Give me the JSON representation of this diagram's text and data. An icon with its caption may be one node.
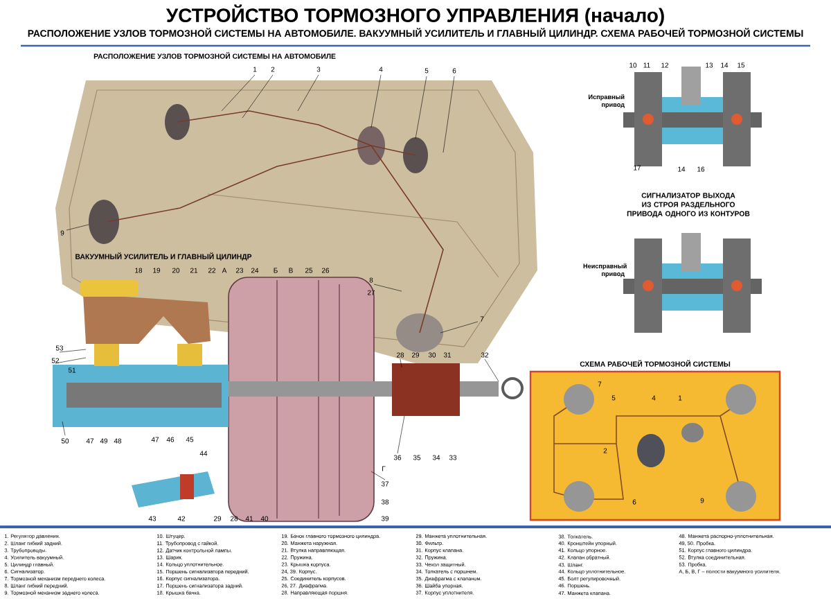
{
  "diagram": {
    "title": "УСТРОЙСТВО ТОРМОЗНОГО УПРАВЛЕНИЯ (начало)",
    "labels": [
      "РАСПОЛОЖЕНИЕ УЗЛОВ ТОРМОЗНОЙ СИСТЕМЫ НА АВТОМОБИЛЕ. ВАКУУМНЫЙ УСИЛИТЕЛЬ И ГЛАВНЫЙ ЦИЛИНДР. СХЕМА РАБОЧЕЙ ТОРМОЗНОЙ СИСТЕМЫ",
      "РАСПОЛОЖЕНИЕ УЗЛОВ ТОРМОЗНОЙ СИСТЕМЫ НА АВТОМОБИЛЕ",
      "1",
      "2",
      "3",
      "4",
      "5",
      "6",
      "8",
      "7",
      "9",
      "ВАКУУМНЫЙ УСИЛИТЕЛЬ И ГЛАВНЫЙ ЦИЛИНДР",
      "18",
      "19",
      "20",
      "21",
      "22",
      "А",
      "23",
      "24",
      "Б",
      "В",
      "25",
      "26",
      "27",
      "53",
      "52",
      "51",
      "50",
      "47",
      "49",
      "48",
      "47",
      "46",
      "45",
      "44",
      "28",
      "29",
      "30",
      "31",
      "32",
      "36",
      "35",
      "34",
      "33",
      "Г",
      "37",
      "38",
      "43",
      "42",
      "29",
      "28",
      "41",
      "40",
      "39",
      "10",
      "11",
      "12",
      "13",
      "14",
      "15",
      "Исправный привод",
      "17",
      "14",
      "16",
      "СИГНАЛИЗАТОР ВЫХОДА ИЗ СТРОЯ РАЗДЕЛЬНОГО ПРИВОДА ОДНОГО ИЗ КОНТУРОВ",
      "Неисправный привод",
      "СХЕМА РАБОЧЕЙ ТОРМОЗНОЙ СИСТЕМЫ",
      "7",
      "5",
      "4",
      "1",
      "2",
      "6",
      "9",
      "1. Регулятор давления.",
      "2. Шланг гибкий задний.",
      "3. Трубопроводы.",
      "4. Усилитель вакуумный.",
      "5. Цилиндр главный.",
      "6. Сигнализатор.",
      "7. Тормозной механизм переднего колеса.",
      "8. Шланг гибкий передний.",
      "9. Тормозной механизм заднего колеса.",
      "10. Штуцер.",
      "11. Трубопровод с гайкой.",
      "12. Датчик контрольной лампы.",
      "13. Шарик.",
      "14. Кольцо уплотнительное.",
      "15. Поршень сигнализатора передний.",
      "16. Корпус сигнализатора.",
      "17. Поршень сигнализатора задний.",
      "18. Крышка бачка.",
      "19. Бачок главного тормозного цилиндра.",
      "20. Манжета наружная.",
      "21. Втулка направляющая.",
      "22. Пружина.",
      "23. Крышка корпуса.",
      "24, 39. Корпус.",
      "25. Соединитель корпусов.",
      "26, 27. Диафрагма.",
      "28. Направляющая поршня.",
      "29. Манжета уплотнительная.",
      "30. Фильтр.",
      "31. Корпус клапана.",
      "32. Пружина.",
      "33. Чехол защитный.",
      "34. Толкатель с поршнем.",
      "35. Диафрагма с клапаном.",
      "36. Шайба упорная.",
      "37. Корпус уплотнителя.",
      "38. Толкатель.",
      "40. Кронштейн упорный.",
      "41. Кольцо упорное.",
      "42. Клапан обратный.",
      "43. Шланг.",
      "44. Кольцо уплотнительное.",
      "45. Болт регулировочный.",
      "46. Поршень.",
      "47. Манжета клапана.",
      "48. Манжета распорно-уплотнительная.",
      "49, 50. Пробка.",
      "51. Корпус главного цилиндра.",
      "52. Втулка соединительная.",
      "53. Пробка.",
      "А, Б, В, Г – полости вакуумного усилителя."
    ]
  }
}
